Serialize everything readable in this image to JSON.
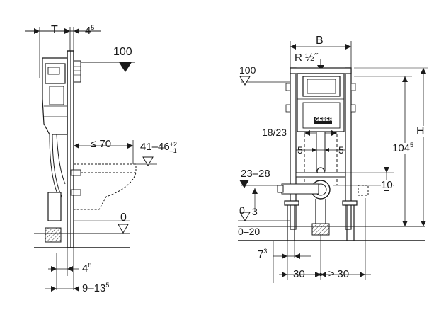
{
  "side_view": {
    "dim_depth": "T",
    "dim_top_offset_base": "4",
    "dim_top_offset_sup": "5",
    "marker_height": "100",
    "dim_bowl_dist": "≤ 70",
    "dim_bowl_height_base": "41–46",
    "dim_bowl_height_tol_plus": "+2",
    "dim_bowl_height_tol_minus": "–1",
    "marker_floor": "0",
    "dim_bottom1_base": "4",
    "dim_bottom1_sup": "8",
    "dim_bottom2_base": "9–13",
    "dim_bottom2_sup": "5"
  },
  "front_view": {
    "dim_width": "B",
    "label_inlet": "R ½˝",
    "marker_height": "100",
    "dim_height": "H",
    "dim_total_base": "104",
    "dim_total_sup": "5",
    "dim_drain_spacing": "18/23",
    "dim_gap_left": "5",
    "dim_gap_right": "5",
    "dim_drain_height": "23–28",
    "dim_right_10": "10",
    "marker_floor": "0",
    "dim_3": "3",
    "dim_floor_range": "0–20",
    "dim_foot_base": "7",
    "dim_foot_sup": "3",
    "dim_30": "30",
    "dim_ge30": "≥ 30",
    "brand": "GEBERIT"
  }
}
